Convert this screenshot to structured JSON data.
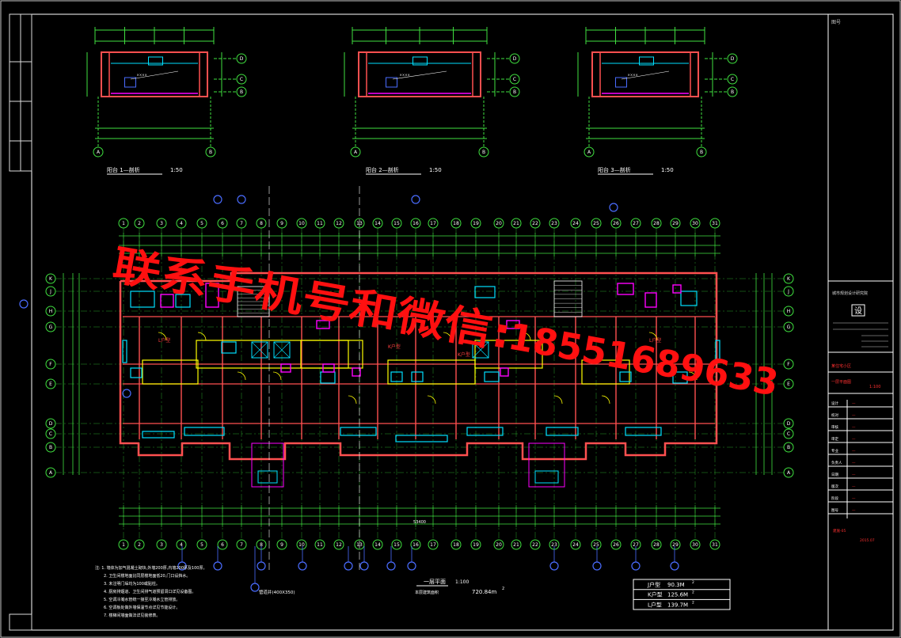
{
  "title_block": {
    "top_label": "图号",
    "company": "城市规划设计研究院",
    "logo_char": "设",
    "project": "某住宅小区",
    "drawing_name": "一层平面图",
    "scale": "1:100",
    "drawing_no": "建施-05",
    "date": "2015.07",
    "rows": [
      "设计",
      "校对",
      "审核",
      "审定",
      "专业",
      "负责人",
      "日期",
      "版次",
      "阶段",
      "图号"
    ]
  },
  "detail_views": [
    {
      "caption": "阳台 1—剖析",
      "scale": "1:50"
    },
    {
      "caption": "阳台 2—剖析",
      "scale": "1:50"
    },
    {
      "caption": "阳台 3—剖析",
      "scale": "1:50"
    }
  ],
  "plan": {
    "col_axes": [
      "1",
      "2",
      "3",
      "4",
      "5",
      "6",
      "7",
      "8",
      "9",
      "10",
      "11",
      "12",
      "13",
      "14",
      "15",
      "16",
      "17",
      "18",
      "19",
      "20",
      "21",
      "22",
      "23",
      "24",
      "25",
      "26",
      "27",
      "28",
      "29",
      "30",
      "31"
    ],
    "row_axes_left": [
      "K",
      "J",
      "H",
      "G",
      "F",
      "E",
      "D",
      "C",
      "B",
      "A"
    ],
    "unit_labels": [
      "L户型",
      "K户型",
      "K户型",
      "L户型"
    ],
    "total_width": "53400",
    "caption": "一层平面",
    "caption_scale": "1:100",
    "area_text": "本层建筑面积",
    "area_value": "720.84m",
    "vent_label": "管道井(400X350)"
  },
  "notes": [
    "注: 1. 墙体为加气混凝土砌块,外墙200厚,内墙200厚及100厚。",
    "2. 卫生间楼地面比同层楼地面低20,门口设挡水。",
    "3. 未注明门垛均为100或贴柱。",
    "4. 厨房排烟道、卫生间排气道预留洞口详见设备图。",
    "5. 空调冷凝水管统一接至冷凝水立管排放。",
    "6. 空调板处做外墙保温节点详见节能设计。",
    "7. 楼梯间墙面做法详见装修表。"
  ],
  "area_table": [
    {
      "label": "J户型",
      "value": "90.3M",
      "sup": "2"
    },
    {
      "label": "K户型",
      "value": "125.6M",
      "sup": "2"
    },
    {
      "label": "L户型",
      "value": "139.7M",
      "sup": "2"
    }
  ],
  "watermark": {
    "line1": "联系手机号和微信:",
    "line2": "18551689633"
  },
  "colors": {
    "background": "#000000",
    "axis": "#3fe03f",
    "wall": "#ff5050",
    "door": "#ffff00",
    "fixture": "#00e0ff",
    "furniture": "#ff00ff",
    "bubble_blue": "#4a6cff",
    "watermark": "#ff1010",
    "frame": "#ffffff"
  }
}
